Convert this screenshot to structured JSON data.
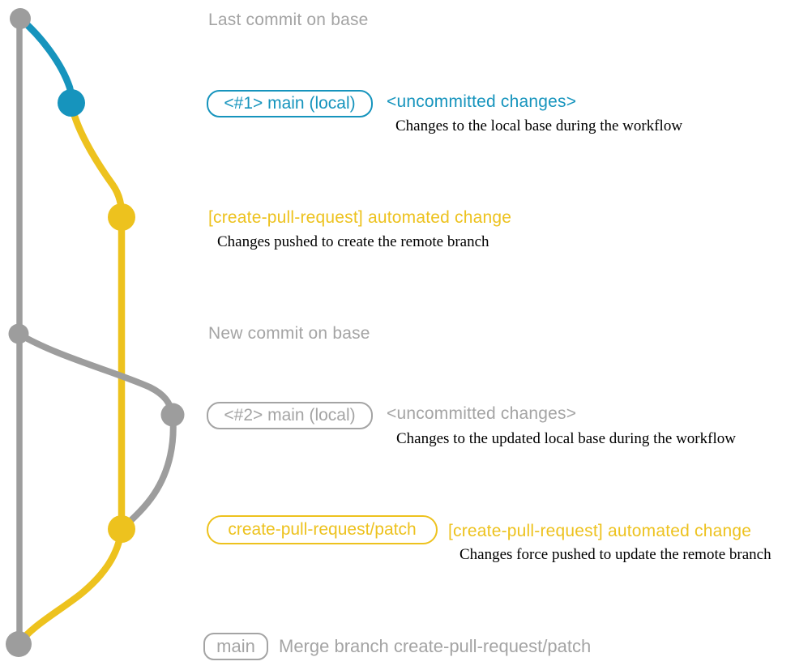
{
  "colors": {
    "blue": "#1694bd",
    "yellow": "#edc21e",
    "gray": "#9d9d9d",
    "gray_text": "#a4a4a4",
    "desc_text": "#000000",
    "background": "#ffffff"
  },
  "captions": {
    "last_commit": "Last commit on base",
    "new_commit": "New commit on base"
  },
  "rows": {
    "local1": {
      "pill": "<#1> main (local)",
      "title": "<uncommitted changes>",
      "desc": "Changes to the local base during the workflow"
    },
    "push1": {
      "title": "[create-pull-request] automated change",
      "desc": "Changes pushed to create the remote branch"
    },
    "local2": {
      "pill": "<#2> main (local)",
      "title": "<uncommitted changes>",
      "desc": "Changes to the updated local base during the workflow"
    },
    "push2": {
      "pill": "create-pull-request/patch",
      "title": "[create-pull-request] automated change",
      "desc": "Changes force pushed to update the remote branch"
    },
    "merge": {
      "pill": "main",
      "title": "Merge branch create-pull-request/patch"
    }
  },
  "graph": {
    "branches": [
      "base (gray)",
      "local changes (blue)",
      "create-pull-request/patch (yellow)"
    ],
    "commits": [
      {
        "id": "last-commit-on-base",
        "branch": "base"
      },
      {
        "id": "uncommitted-changes-1",
        "branch": "local"
      },
      {
        "id": "automated-change-push",
        "branch": "create-pull-request/patch"
      },
      {
        "id": "new-commit-on-base",
        "branch": "base"
      },
      {
        "id": "uncommitted-changes-2",
        "branch": "local"
      },
      {
        "id": "automated-change-force-push",
        "branch": "create-pull-request/patch"
      },
      {
        "id": "merge-commit",
        "branch": "base"
      }
    ]
  }
}
